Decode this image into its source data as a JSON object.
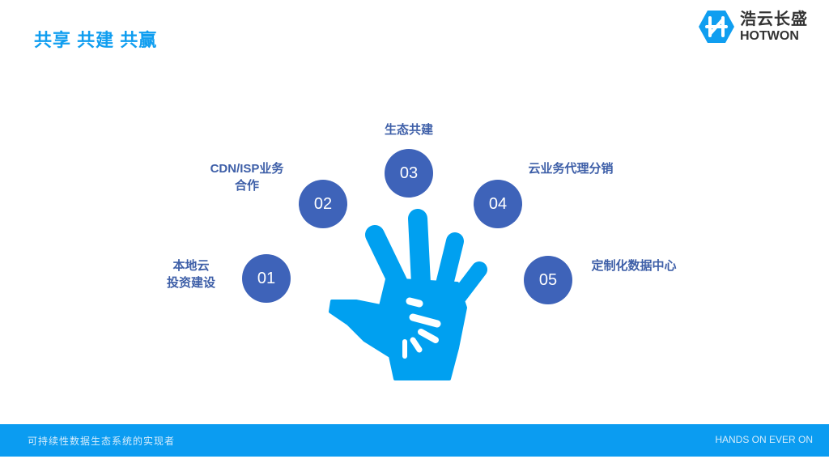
{
  "header": {
    "title": "共享 共建 共赢"
  },
  "logo": {
    "cn": "浩云长盛",
    "en": "HOTWON"
  },
  "items": [
    {
      "number": "01",
      "label": "本地云\n投资建设"
    },
    {
      "number": "02",
      "label": "CDN/ISP业务\n合作"
    },
    {
      "number": "03",
      "label": "生态共建"
    },
    {
      "number": "04",
      "label": "云业务代理分销"
    },
    {
      "number": "05",
      "label": "定制化数据中心"
    }
  ],
  "footer": {
    "left": "可持续性数据生态系统的实现者",
    "right": "HANDS ON EVER ON"
  },
  "colors": {
    "accent": "#109ef0",
    "circle": "#3e63b9",
    "footer": "#0b9cf1"
  }
}
